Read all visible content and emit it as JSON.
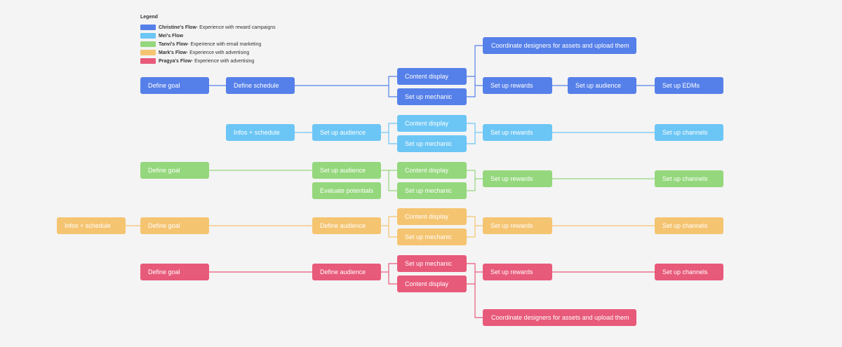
{
  "legend": {
    "title": "Legend",
    "items": [
      {
        "id": "christine",
        "name": "Christine's Flow",
        "desc": " - Experience with reward campaigns",
        "color": "#5680e9"
      },
      {
        "id": "mei",
        "name": "Mei's Flow",
        "desc": "",
        "color": "#6cc6f5"
      },
      {
        "id": "tanvi",
        "name": "Tanvi's Flow",
        "desc": " - Experience with email marketing",
        "color": "#94d77c"
      },
      {
        "id": "mark",
        "name": "Mark's Flow",
        "desc": " - Experience with advertising",
        "color": "#f5c471"
      },
      {
        "id": "pragya",
        "name": "Pragya's Flow",
        "desc": " - Experience with advertising",
        "color": "#e85a7a"
      }
    ]
  },
  "nodes": {
    "c_goal": "Define goal",
    "c_schedule": "Define schedule",
    "c_content": "Content display",
    "c_mechanic": "Set up mechanic",
    "c_coord": "Coordinate designers for assets and upload them",
    "c_rewards": "Set up rewards",
    "c_audience": "Set up audience",
    "c_edms": "Set up EDMs",
    "m_infos": "Infos + schedule",
    "m_audience": "Set up audience",
    "m_content": "Content display",
    "m_mechanic": "Set up mechanic",
    "m_rewards": "Set up rewards",
    "m_channels": "Set up channels",
    "t_goal": "Define goal",
    "t_audience": "Set up audience",
    "t_evaluate": "Evaluate potentials",
    "t_content": "Content display",
    "t_mechanic": "Set up mechanic",
    "t_rewards": "Set up rewards",
    "t_channels": "Set up channels",
    "k_infos": "Infos + schedule",
    "k_goal": "Define goal",
    "k_audience": "Define audience",
    "k_content": "Content display",
    "k_mechanic": "Set up mechanic",
    "k_rewards": "Set up rewards",
    "k_channels": "Set up channels",
    "p_goal": "Define goal",
    "p_audience": "Define audience",
    "p_mechanic": "Set up mechanic",
    "p_content": "Content display",
    "p_rewards": "Set up rewards",
    "p_channels": "Set up channels",
    "p_coord": "Coordinate designers for assets and upload them"
  }
}
